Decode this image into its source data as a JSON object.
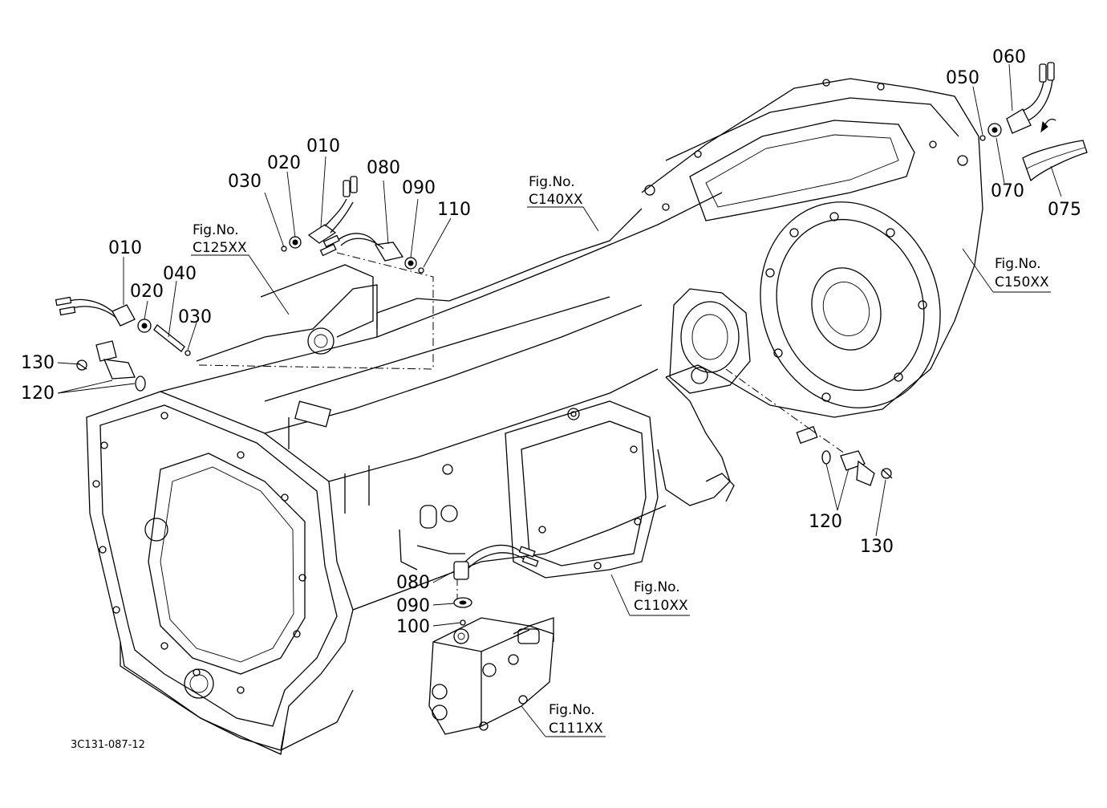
{
  "drawing": {
    "code": "3C131-087-12",
    "part_callouts": {
      "c010_top": "010",
      "c020_top": "020",
      "c030_top": "030",
      "c080_top": "080",
      "c090_top": "090",
      "c110": "110",
      "c010_left": "010",
      "c020_left": "020",
      "c040": "040",
      "c030_left": "030",
      "c130_left": "130",
      "c120_left": "120",
      "c050": "050",
      "c060": "060",
      "c070": "070",
      "c075": "075",
      "c120_right": "120",
      "c130_right": "130",
      "c080_bottom": "080",
      "c090_bottom": "090",
      "c100": "100"
    },
    "figure_refs": {
      "c125": {
        "label": "Fig.No.",
        "code": "C125XX"
      },
      "c140": {
        "label": "Fig.No.",
        "code": "C140XX"
      },
      "c150": {
        "label": "Fig.No.",
        "code": "C150XX"
      },
      "c110": {
        "label": "Fig.No.",
        "code": "C110XX"
      },
      "c111": {
        "label": "Fig.No.",
        "code": "C111XX"
      }
    }
  }
}
